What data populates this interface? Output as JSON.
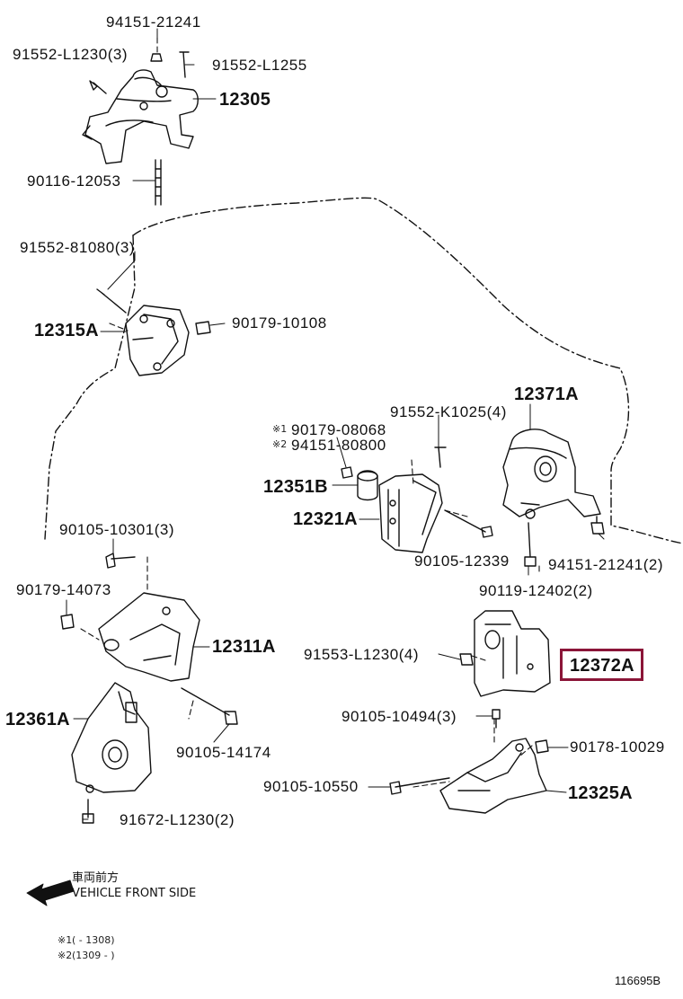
{
  "diagram": {
    "part_labels": {
      "p94151_21241_top": "94151-21241",
      "p91552_L1230_3": "91552-L1230(3)",
      "p91552_L1255": "91552-L1255",
      "p12305": "12305",
      "p90116_12053": "90116-12053",
      "p91552_81080_3": "91552-81080(3)",
      "p12315A": "12315A",
      "p90179_10108": "90179-10108",
      "p12371A": "12371A",
      "p91552_K1025_4": "91552-K1025(4)",
      "p90179_08068": "90179-08068",
      "p94151_80800": "94151-80800",
      "p12351B": "12351B",
      "p12321A": "12321A",
      "p90105_12339": "90105-12339",
      "p94151_21241_2": "94151-21241(2)",
      "p90119_12402_2": "90119-12402(2)",
      "p90105_10301_3": "90105-10301(3)",
      "p90179_14073": "90179-14073",
      "p12311A": "12311A",
      "p91553_L1230_4": "91553-L1230(4)",
      "p12372A": "12372A",
      "p12361A": "12361A",
      "p90105_10494_3": "90105-10494(3)",
      "p90105_14174": "90105-14174",
      "p90178_10029": "90178-10029",
      "p90105_10550": "90105-10550",
      "p12325A": "12325A",
      "p91672_L1230_2": "91672-L1230(2)"
    },
    "marks": {
      "mark1": "※1",
      "mark2": "※2"
    },
    "front_side": {
      "jp": "車両前方",
      "en": "VEHICLE FRONT SIDE"
    },
    "notes": {
      "note1_mark": "※1",
      "note1_text": "(        - 1308)",
      "note2_mark": "※2",
      "note2_text": "(1309 -        )"
    },
    "figure_id": "116695B",
    "highlight": {
      "part": "12372A",
      "color": "#8b1538"
    }
  }
}
